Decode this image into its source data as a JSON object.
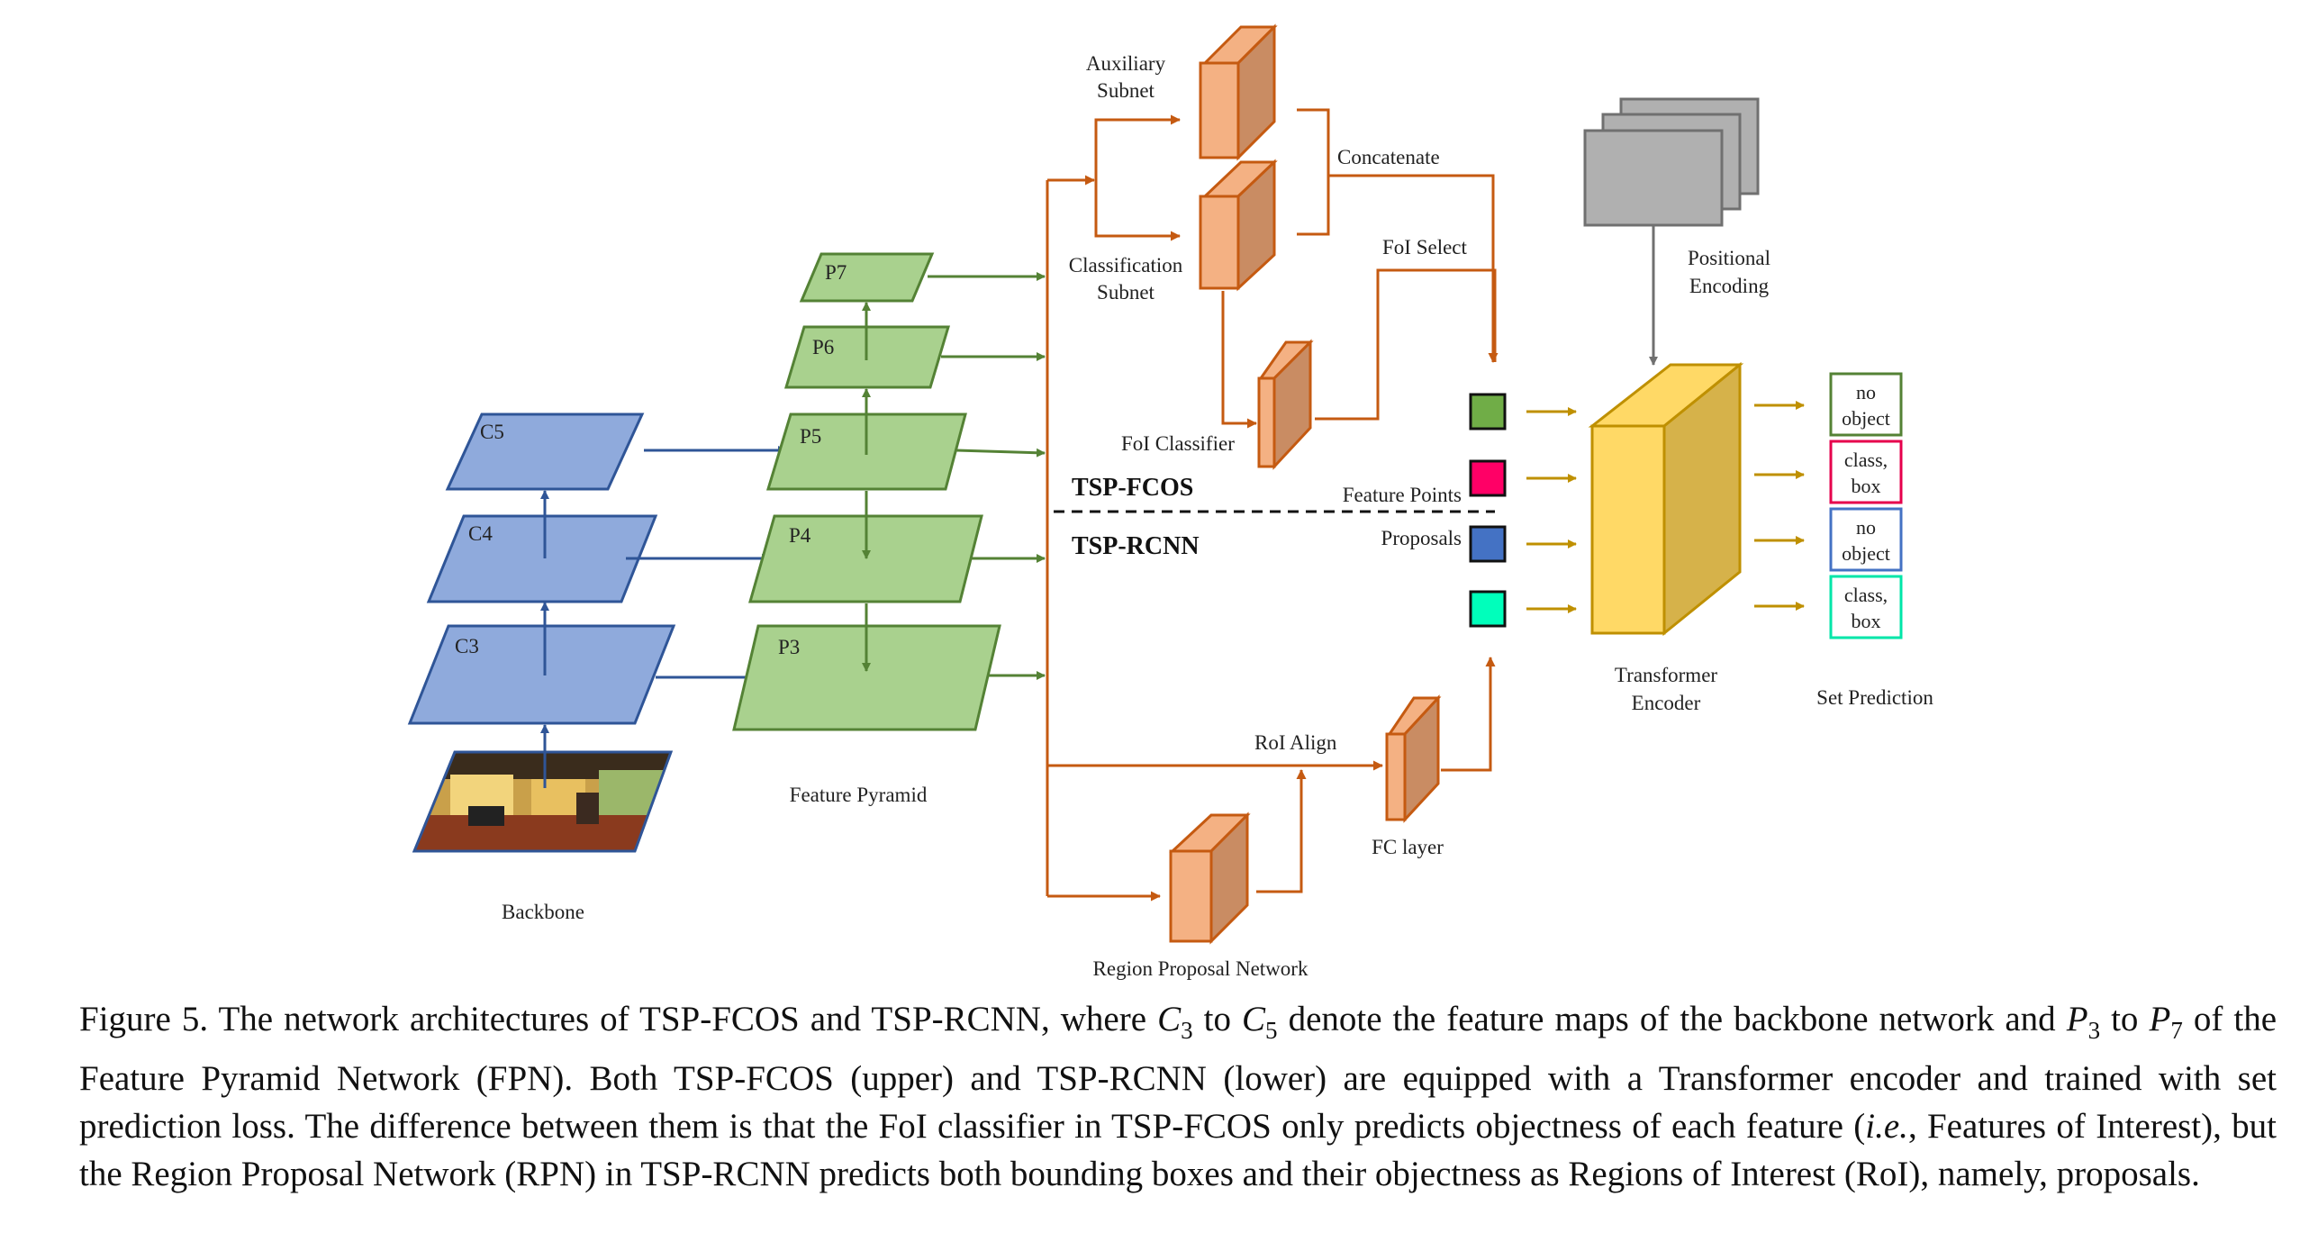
{
  "colors": {
    "backbone_fill": "#8faadc",
    "backbone_stroke": "#2f5597",
    "pyramid_fill": "#a9d18e",
    "pyramid_stroke": "#548235",
    "orange_front": "#f4b183",
    "orange_side": "#c98c63",
    "orange_stroke": "#c55a11",
    "gold_front": "#ffd966",
    "gold_side": "#d6b24a",
    "gold_line": "#bf9000",
    "gray_box": "#b0b0b0",
    "feature_green": "#70ad47",
    "feature_pink": "#ff0066",
    "feature_blue": "#4472c4",
    "feature_teal": "#00ffbb"
  },
  "backbone": {
    "maps": [
      "C5",
      "C4",
      "C3"
    ],
    "label": "Backbone",
    "image_icon": "living-room-photo"
  },
  "pyramid": {
    "levels": [
      "P7",
      "P6",
      "P5",
      "P4",
      "P3"
    ],
    "label": "Feature Pyramid"
  },
  "fcos": {
    "auxiliary_label": [
      "Auxiliary",
      "Subnet"
    ],
    "classification_label": [
      "Classification",
      "Subnet"
    ],
    "concatenate": "Concatenate",
    "foi_select": "FoI Select",
    "foi_classifier": "FoI Classifier",
    "name": "TSP-FCOS"
  },
  "rcnn": {
    "name": "TSP-RCNN",
    "roi_align": "RoI Align",
    "fc_layer": "FC layer",
    "rpn": "Region Proposal Network"
  },
  "inputs": {
    "feature_points": "Feature Points",
    "proposals": "Proposals"
  },
  "encoder": {
    "positional": [
      "Positional",
      "Encoding"
    ],
    "transformer": [
      "Transformer",
      "Encoder"
    ]
  },
  "prediction": {
    "label": "Set Prediction",
    "boxes": [
      {
        "lines": [
          "no",
          "object"
        ],
        "color": "#548235"
      },
      {
        "lines": [
          "class,",
          "box"
        ],
        "color": "#e6004c"
      },
      {
        "lines": [
          "no",
          "object"
        ],
        "color": "#4472c4"
      },
      {
        "lines": [
          "class,",
          "box"
        ],
        "color": "#00e6a8"
      }
    ]
  },
  "caption": {
    "figure": "Figure 5.",
    "text_1": " The network architectures of TSP-FCOS and TSP-RCNN, where ",
    "c_start": "C",
    "c_start_sub": "3",
    "to_1": " to ",
    "c_end": "C",
    "c_end_sub": "5",
    "text_2": " denote the feature maps of the backbone network and ",
    "p_start": "P",
    "p_start_sub": "3",
    "to_2": " to ",
    "p_end": "P",
    "p_end_sub": "7",
    "text_3": " of the Feature Pyramid Network (FPN). Both TSP-FCOS (upper) and TSP-RCNN (lower) are equipped with a Transformer encoder and trained with set prediction loss. The difference between them is that the FoI classifier in TSP-FCOS only predicts objectness of each feature (",
    "ie": "i.e.",
    "text_4": ", Features of Interest), but the Region Proposal Network (RPN) in TSP-RCNN predicts both bounding boxes and their objectness as Regions of Interest (RoI), namely, proposals."
  }
}
